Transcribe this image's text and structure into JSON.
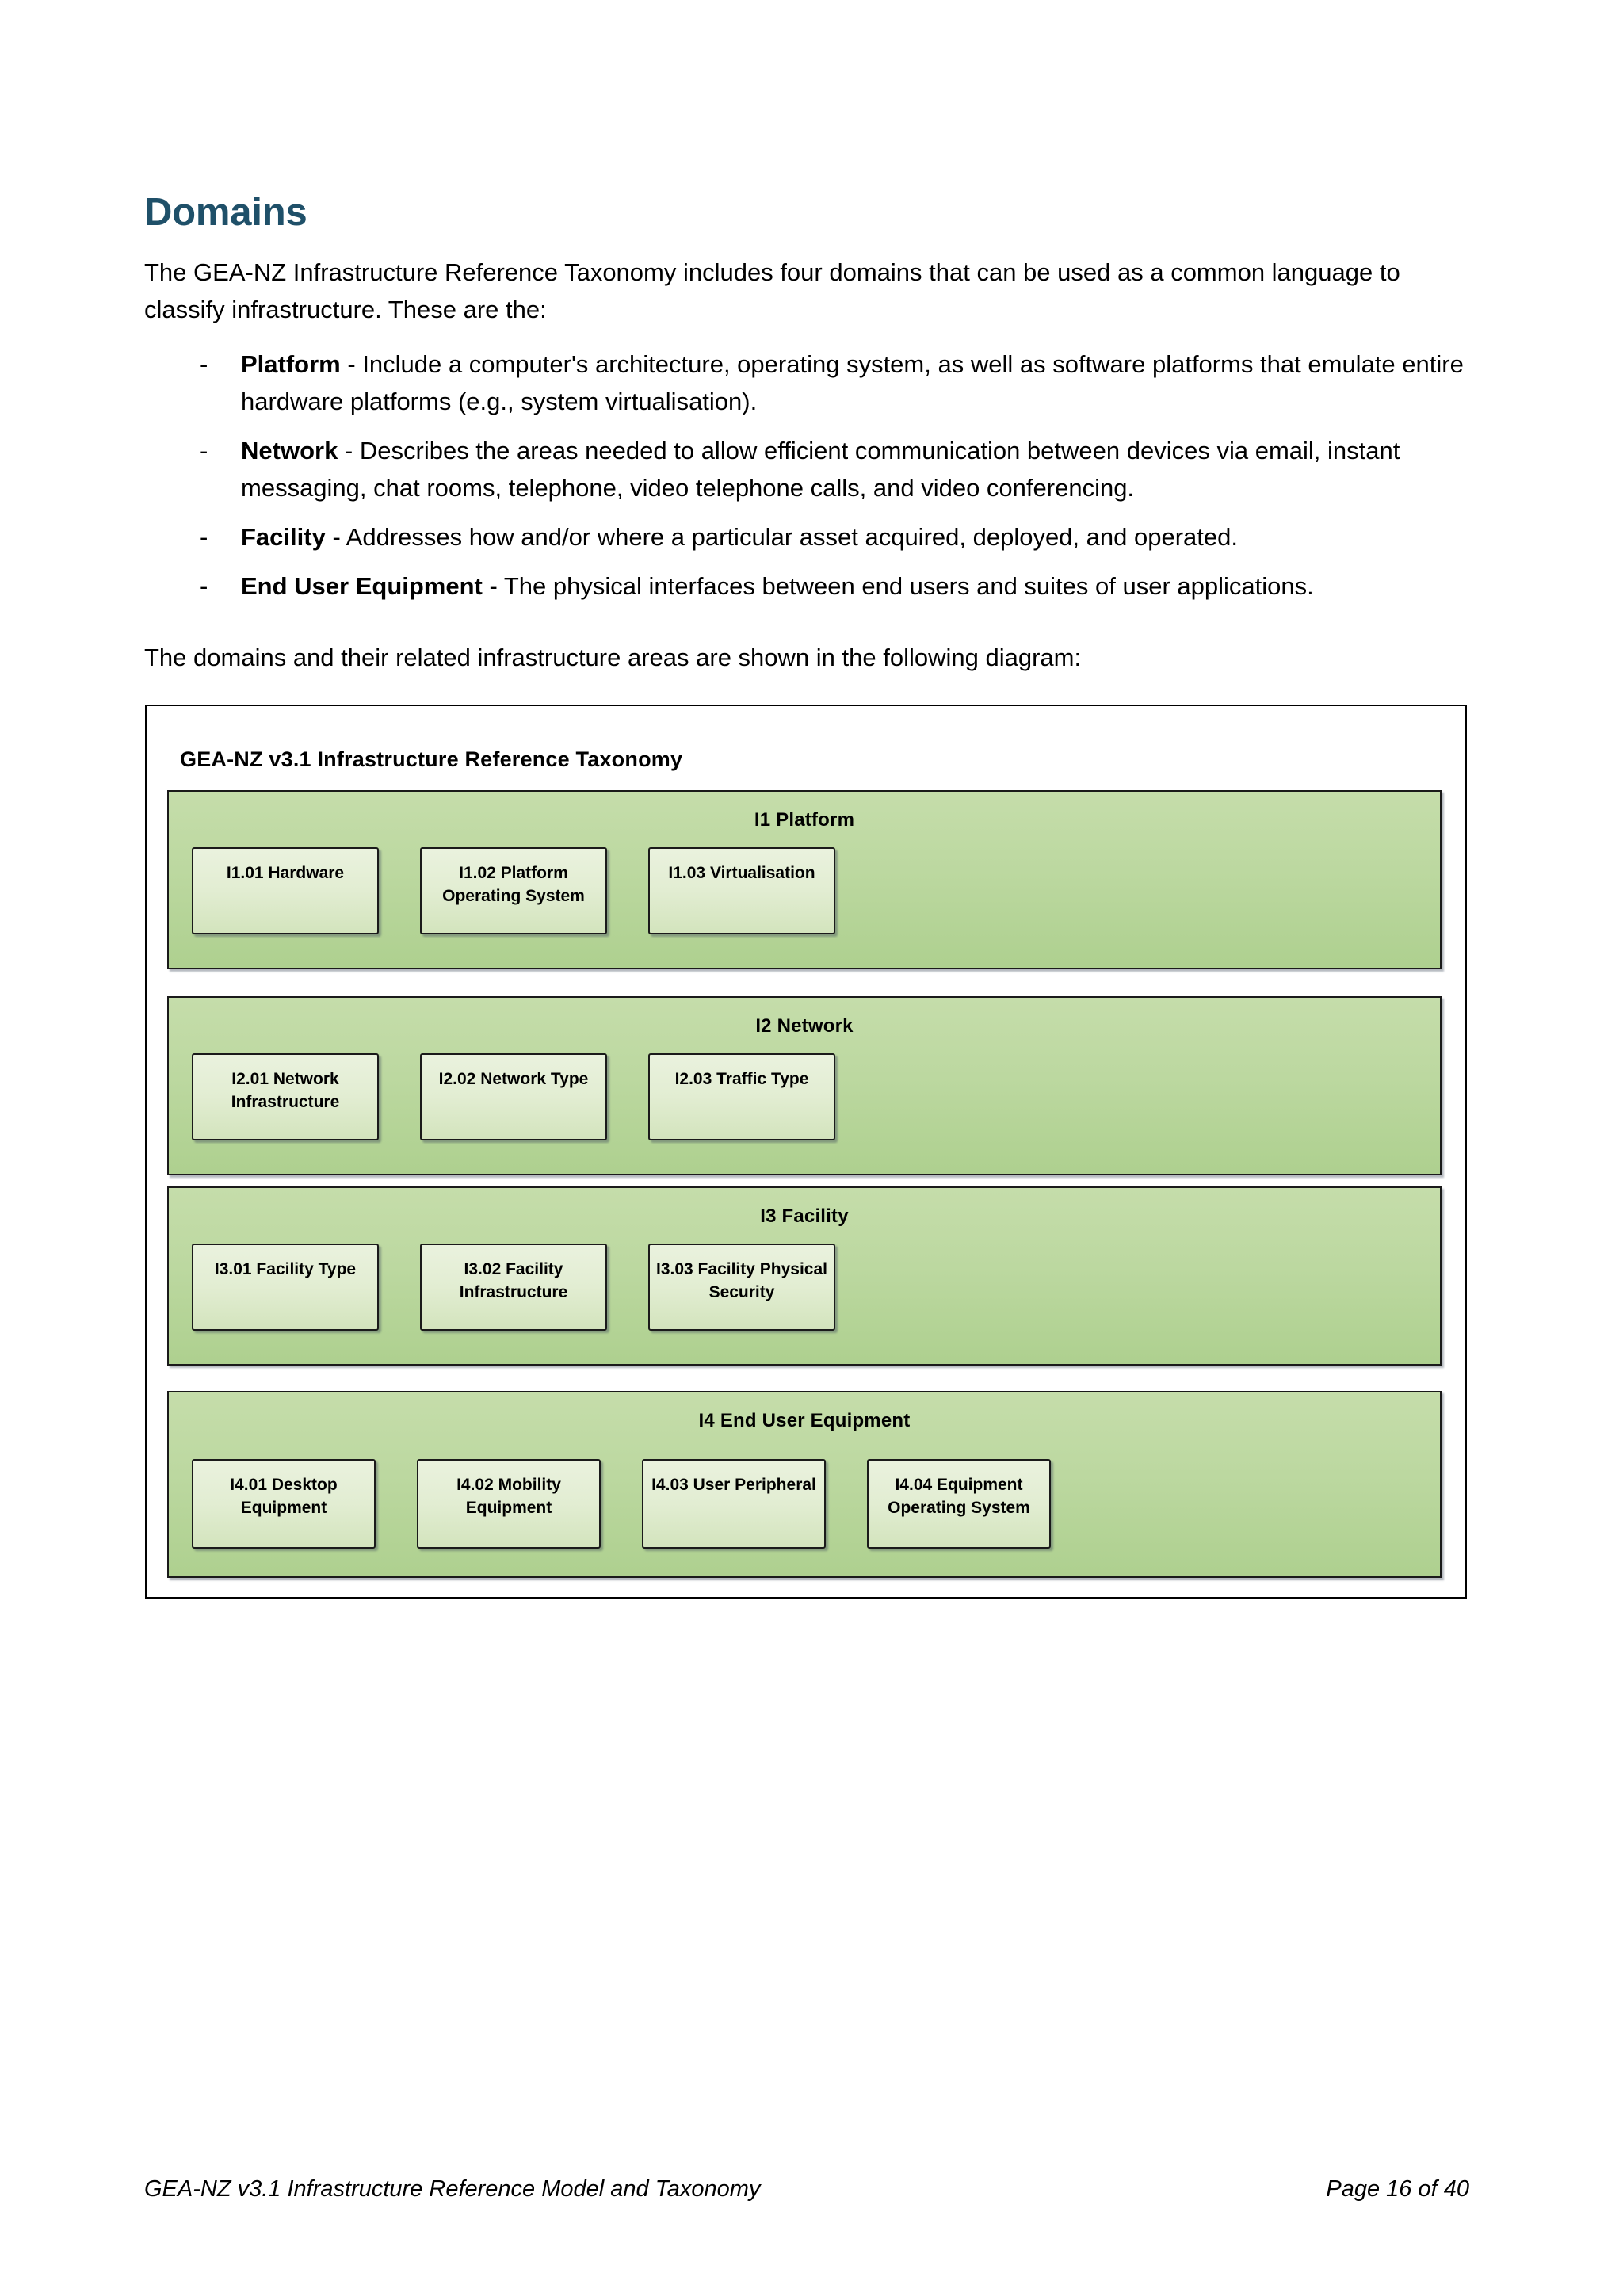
{
  "heading": "Domains",
  "intro": "The GEA-NZ Infrastructure Reference Taxonomy includes four domains that can be used as a common language to classify infrastructure. These are the:",
  "bullet_marker": "-",
  "bullets": [
    {
      "term": "Platform",
      "sep": " - ",
      "desc": "Include a computer's architecture, operating system, as well as software platforms that emulate entire hardware platforms (e.g., system virtualisation)."
    },
    {
      "term": "Network",
      "sep": " - ",
      "desc": "Describes the areas needed to allow efficient communication between devices via email, instant messaging, chat rooms, telephone, video telephone calls, and video conferencing."
    },
    {
      "term": "Facility",
      "sep": " - ",
      "desc": "Addresses how and/or where a particular asset acquired, deployed, and operated."
    },
    {
      "term": "End User Equipment",
      "sep": " - ",
      "desc": "The physical interfaces between end users and suites of user applications."
    }
  ],
  "lead_in": "The domains and their related infrastructure areas are shown in the following diagram:",
  "diagram": {
    "title": "GEA-NZ v3.1 Infrastructure Reference Taxonomy",
    "band_fill_top": "#c5ddaa",
    "band_fill_bottom": "#aed08f",
    "box_fill_top": "#eaf2de",
    "box_fill_bottom": "#d3e4bd",
    "border_color": "#1a1a1a",
    "bands": [
      {
        "title": "I1 Platform",
        "boxes": [
          {
            "label": "I1.01 Hardware"
          },
          {
            "label": "I1.02 Platform Operating System"
          },
          {
            "label": "I1.03 Virtualisation"
          }
        ]
      },
      {
        "title": "I2 Network",
        "boxes": [
          {
            "label": "I2.01 Network Infrastructure"
          },
          {
            "label": "I2.02 Network Type"
          },
          {
            "label": "I2.03 Traffic Type"
          }
        ]
      },
      {
        "title": "I3 Facility",
        "boxes": [
          {
            "label": "I3.01 Facility Type"
          },
          {
            "label": "I3.02 Facility Infrastructure"
          },
          {
            "label": "I3.03 Facility Physical Security"
          }
        ]
      },
      {
        "title": "I4 End User Equipment",
        "boxes": [
          {
            "label": "I4.01 Desktop Equipment"
          },
          {
            "label": "I4.02 Mobility Equipment"
          },
          {
            "label": "I4.03 User Peripheral"
          },
          {
            "label": "I4.04 Equipment Operating System"
          }
        ]
      }
    ]
  },
  "footer": {
    "left": "GEA-NZ v3.1 Infrastructure Reference Model and Taxonomy",
    "right": "Page 16 of 40"
  }
}
